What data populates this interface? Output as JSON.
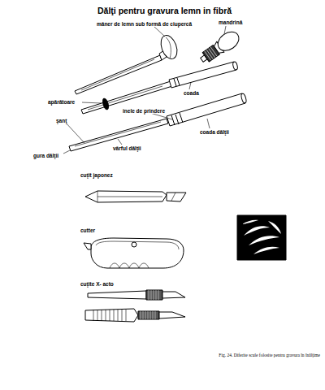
{
  "diagram": {
    "title": "Dălţi pentru gravura lemn in fibră",
    "caption": "Fig. 24. Diferite scule folosite pentru gravura în înălţime",
    "labels": [
      "mâner de lemn sub formă de ciupercă",
      "mandrină",
      "coada",
      "apărătoare",
      "şanţ",
      "inele de prindere",
      "coada dălţii",
      "vârful dălţii",
      "gura dălţii",
      "cuţit japonez",
      "cutter",
      "cuţite X- acto"
    ]
  }
}
